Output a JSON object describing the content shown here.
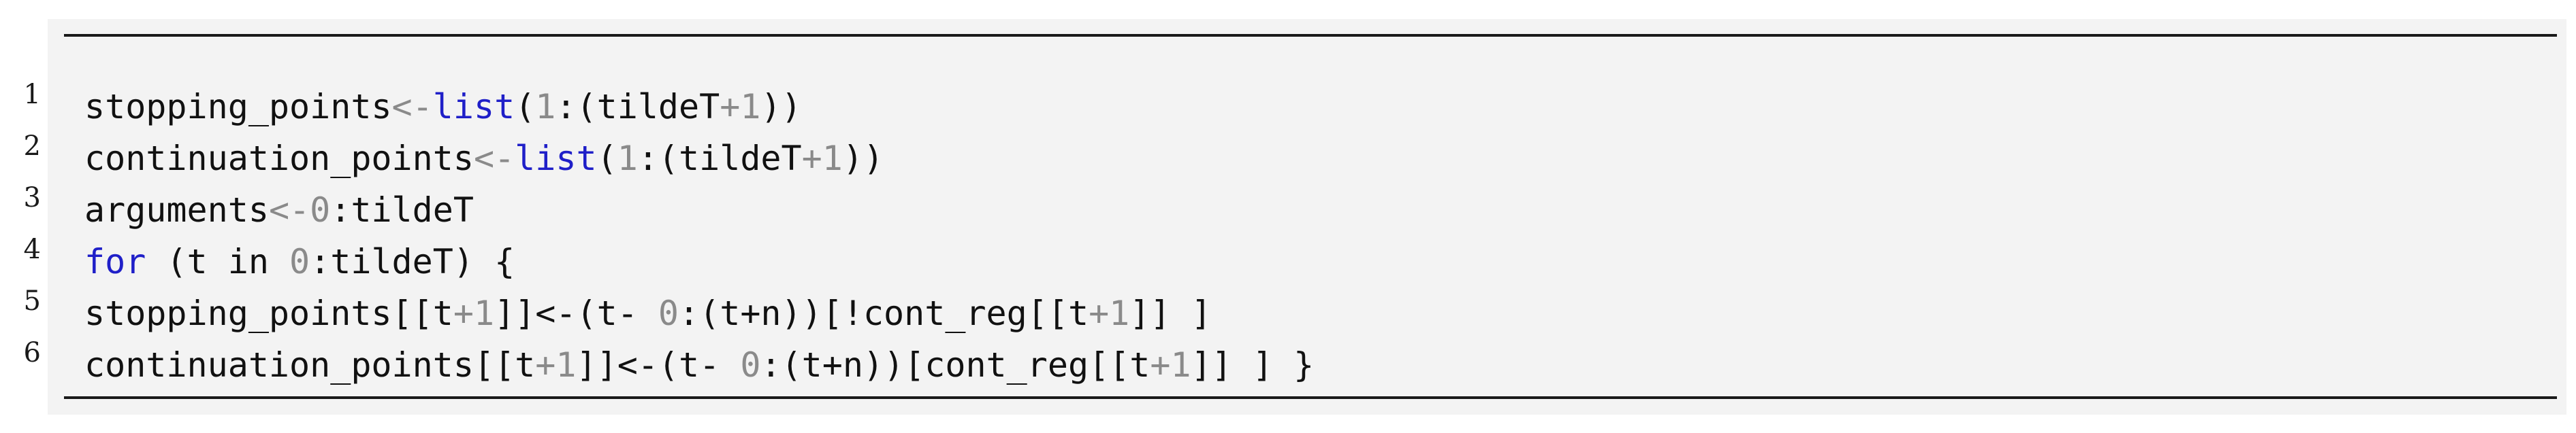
{
  "listing": {
    "lines": [
      {
        "number": "1",
        "tokens": [
          {
            "t": "stopping_points",
            "c": "plain"
          },
          {
            "t": "<-",
            "c": "num"
          },
          {
            "t": "list",
            "c": "kw"
          },
          {
            "t": "(",
            "c": "plain"
          },
          {
            "t": "1",
            "c": "num"
          },
          {
            "t": ":(tildeT",
            "c": "plain"
          },
          {
            "t": "+1",
            "c": "num"
          },
          {
            "t": "))",
            "c": "plain"
          }
        ]
      },
      {
        "number": "2",
        "tokens": [
          {
            "t": "continuation_points",
            "c": "plain"
          },
          {
            "t": "<-",
            "c": "num"
          },
          {
            "t": "list",
            "c": "kw"
          },
          {
            "t": "(",
            "c": "plain"
          },
          {
            "t": "1",
            "c": "num"
          },
          {
            "t": ":(tildeT",
            "c": "plain"
          },
          {
            "t": "+1",
            "c": "num"
          },
          {
            "t": "))",
            "c": "plain"
          }
        ]
      },
      {
        "number": "3",
        "tokens": [
          {
            "t": "arguments",
            "c": "plain"
          },
          {
            "t": "<-0",
            "c": "num"
          },
          {
            "t": ":tildeT",
            "c": "plain"
          }
        ]
      },
      {
        "number": "4",
        "tokens": [
          {
            "t": "for",
            "c": "kw"
          },
          {
            "t": " (t in ",
            "c": "plain"
          },
          {
            "t": "0",
            "c": "num"
          },
          {
            "t": ":tildeT) {",
            "c": "plain"
          }
        ]
      },
      {
        "number": "5",
        "tokens": [
          {
            "t": "stopping_points[[t",
            "c": "plain"
          },
          {
            "t": "+1",
            "c": "num"
          },
          {
            "t": "]]<-(t- ",
            "c": "plain"
          },
          {
            "t": "0",
            "c": "num"
          },
          {
            "t": ":(t+n))[!cont_reg[[t",
            "c": "plain"
          },
          {
            "t": "+1",
            "c": "num"
          },
          {
            "t": "]] ]",
            "c": "plain"
          }
        ]
      },
      {
        "number": "6",
        "tokens": [
          {
            "t": "continuation_points[[t",
            "c": "plain"
          },
          {
            "t": "+1",
            "c": "num"
          },
          {
            "t": "]]<-(t- ",
            "c": "plain"
          },
          {
            "t": "0",
            "c": "num"
          },
          {
            "t": ":(t+n))[cont_reg[[t",
            "c": "plain"
          },
          {
            "t": "+1",
            "c": "num"
          },
          {
            "t": "]] ] }",
            "c": "plain"
          }
        ]
      }
    ]
  }
}
